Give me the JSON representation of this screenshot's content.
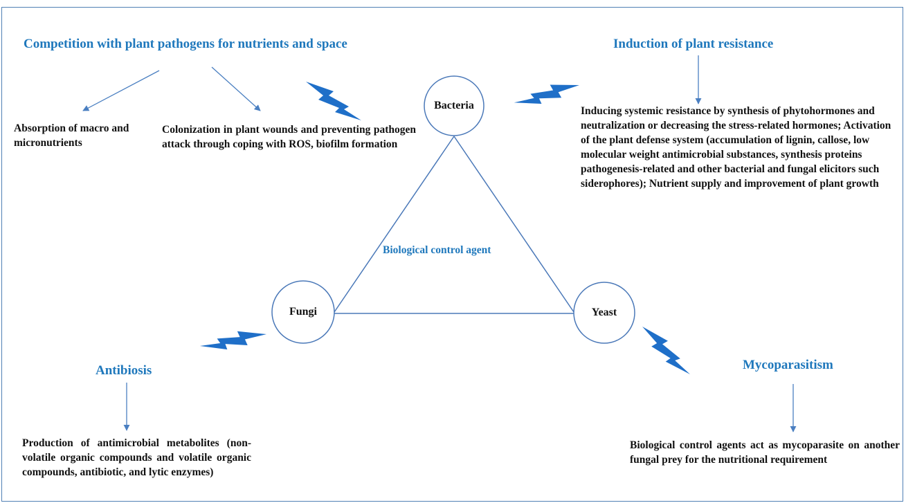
{
  "headings": {
    "competition": "Competition with plant pathogens for nutrients  and space",
    "induction": "Induction  of plant  resistance",
    "antibiosis": "Antibiosis",
    "mycoparasitism": "Mycoparasitism"
  },
  "center_label": "Biological control agent",
  "nodes": {
    "bacteria": "Bacteria",
    "fungi": "Fungi",
    "yeast": "Yeast"
  },
  "texts": {
    "absorption": "Absorption of macro and micronutrients",
    "colonization": "Colonization in plant wounds and preventing pathogen attack through coping with ROS, biofilm formation",
    "inducing": "Inducing systemic resistance by synthesis of phytohormones and neutralization or decreasing the stress-related hormones; Activation of the plant defense system (accumulation of lignin, callose, low molecular weight antimicrobial substances, synthesis proteins pathogenesis-related and other bacterial and fungal elicitors such siderophores); Nutrient supply and improvement of plant growth",
    "production": "Production of antimicrobial metabolites (non-volatile organic compounds and volatile organic compounds, antibiotic, and lytic enzymes)",
    "biological": "Biological control agents act as mycoparasite on another fungal prey for the nutritional requirement"
  },
  "colors": {
    "heading": "#1f78bc",
    "arrow": "#4a7fc1",
    "bolt": "#1f6fc8",
    "node_stroke": "#4a78b8",
    "frame": "#4f7fb4",
    "body_text": "#111111"
  },
  "icons": {
    "bolt": "lightning-bolt-icon",
    "arrow": "arrow-icon"
  }
}
